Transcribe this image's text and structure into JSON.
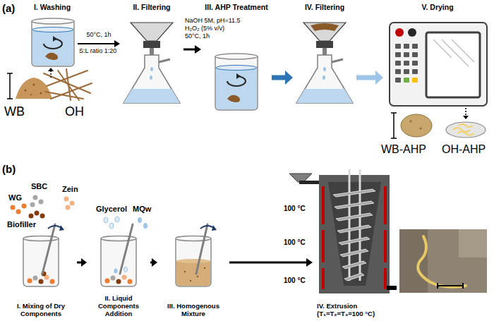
{
  "diagram": {
    "nodes": [
      {
        "text": [
          "I. Washing"
        ]
      },
      {
        "text": [
          "II. Filtering"
        ]
      },
      {
        "text": [
          "III. AHP Treatment"
        ]
      },
      {
        "text": [
          "IV. Filtering"
        ]
      },
      {
        "text": [
          "V. Drying"
        ]
      },
      {
        "text": [
          "I. Mixing of Dry Components"
        ]
      },
      {
        "text": [
          "II. Liquid Components Addition"
        ]
      },
      {
        "text": [
          "III. Homogenous Mixture"
        ]
      },
      {
        "text": [
          "IV. Extrusion (T₁=T₂=T₃=100 °C)"
        ]
      }
    ],
    "edges": [
      {
        "from": 0,
        "to": 1,
        "arrow": "to",
        "label": "50°C, 1h"
      },
      {
        "from": 1,
        "to": 2,
        "arrow": "to"
      },
      {
        "from": 2,
        "to": 3,
        "arrow": "to"
      },
      {
        "from": 3,
        "to": 4,
        "arrow": "to"
      },
      {
        "from": 5,
        "to": 6,
        "arrow": "to"
      },
      {
        "from": 6,
        "to": 7,
        "arrow": "to"
      },
      {
        "from": 7,
        "to": 8,
        "arrow": "to"
      }
    ],
    "labels": [
      "(a)",
      "S:L ratio 1:20",
      "NaOH 5M, pH=11.5",
      "H₂O₂ (5% v/v)",
      "50°C, 1h",
      "WB",
      "OH",
      "WB-AHP",
      "OH-AHP",
      "(b)",
      "SBC",
      "WG",
      "Zein",
      "Biofiller",
      "Glycerol",
      "MQw",
      "100 °C",
      "100 °C",
      "100 °C"
    ]
  }
}
